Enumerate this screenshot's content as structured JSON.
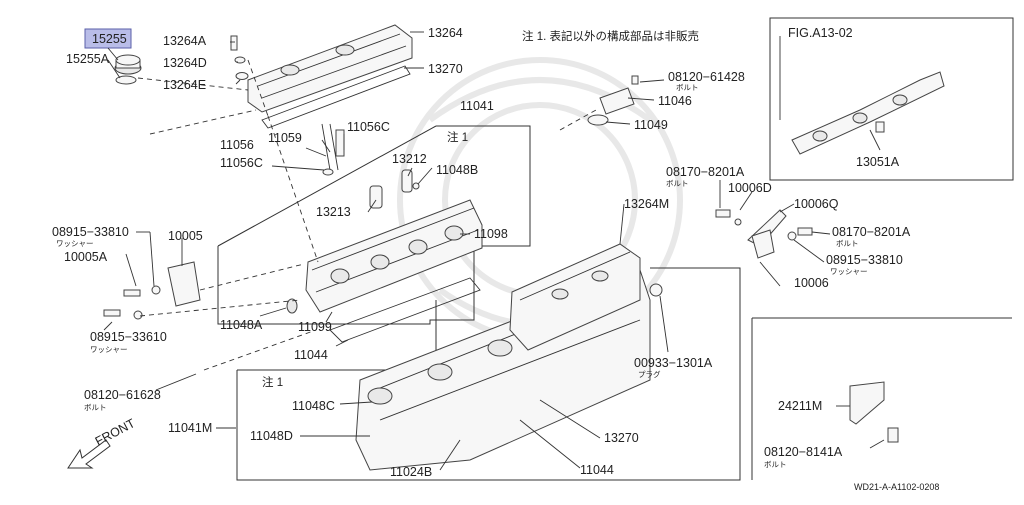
{
  "diagram": {
    "note_text": "注 1. 表記以外の構成部品は非販売",
    "note_marker": "注 1",
    "front_label": "FRONT",
    "fig_ref": "FIG.A13-02",
    "footer_code": "WD21-A-A1102-0208",
    "labels": {
      "p15255": "15255",
      "p15255A": "15255A",
      "p13264A": "13264A",
      "p13264D": "13264D",
      "p13264E": "13264E",
      "p13264": "13264",
      "p13270_top": "13270",
      "p11041": "11041",
      "p11059": "11059",
      "p11056C_a": "11056C",
      "p11056": "11056",
      "p11056C_b": "11056C",
      "p13212": "13212",
      "p11048B": "11048B",
      "p13213": "13213",
      "p11098": "11098",
      "p08120_61428": "08120−61428",
      "p11046": "11046",
      "p11049": "11049",
      "p08915_33810_left": "08915−33810",
      "p10005": "10005",
      "p10005A": "10005A",
      "p11048A": "11048A",
      "p11099": "11099",
      "p08915_33610": "08915−33610",
      "p11044_mid": "11044",
      "p08120_61628": "08120−61628",
      "p11048C": "11048C",
      "p11041M": "11041M",
      "p11048D": "11048D",
      "p11024B": "11024B",
      "p11044_bot": "11044",
      "p13270_bot": "13270",
      "p08170_8201A_top": "08170−8201A",
      "p10006D": "10006D",
      "p10006Q": "10006Q",
      "p08170_8201A_r": "08170−8201A",
      "p08915_33810_r": "08915−33810",
      "p10006": "10006",
      "p13264M": "13264M",
      "p00933_1301A": "00933−1301A",
      "p13051A": "13051A",
      "p24211M": "24211M",
      "p08120_8141A": "08120−8141A"
    },
    "sublabels": {
      "washer_left": "ワッシャー",
      "washer_left2": "ワッシャー",
      "washer_right": "ワッシャー",
      "bolt_a": "ボルト",
      "bolt_b": "ボルト",
      "bolt_c": "ボルト",
      "bolt_d": "ボルト",
      "bolt_e": "ボルト",
      "plug": "プラグ"
    }
  },
  "highlighted_part": "15255",
  "highlight_color": "#b9bde8"
}
